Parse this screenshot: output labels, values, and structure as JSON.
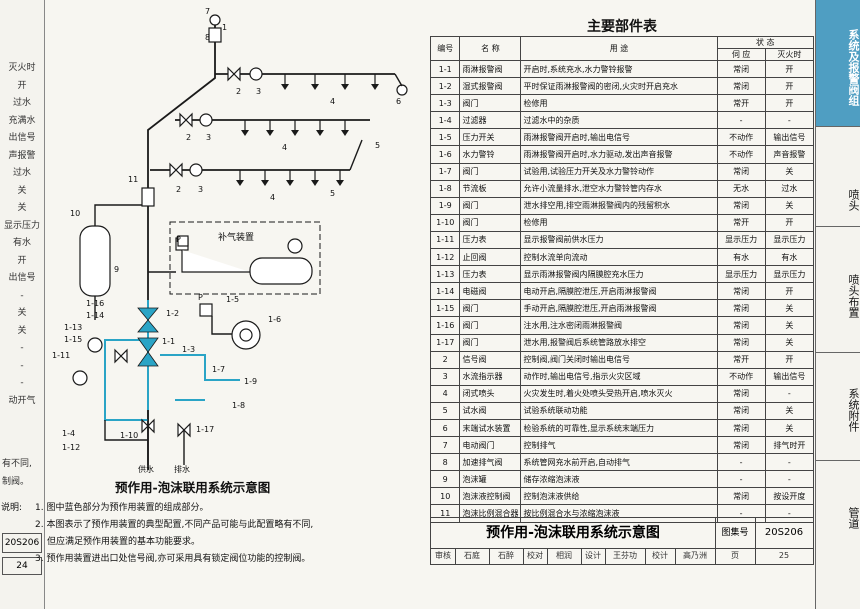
{
  "left_page": {
    "cells": [
      "灭火时",
      "开",
      "过水",
      "充满水",
      "出信号",
      "声报警",
      "过水",
      "关",
      "关",
      "显示压力",
      "有水",
      "开",
      "出信号",
      "-",
      "关",
      "关",
      "-",
      "-",
      "-",
      "动开气"
    ],
    "footer_lines": [
      "有不同,",
      "制阀。"
    ],
    "code": "20S206",
    "page": "24"
  },
  "side_tabs": [
    "系统及报警阀组",
    "喷头",
    "喷头布置",
    "系统附件",
    "管道"
  ],
  "colors": {
    "accent": "#4f9ec2",
    "pipe": "#1a1a1a",
    "valve_blue": "#2aa4c6"
  },
  "parts_table": {
    "title": "主要部件表",
    "headers": {
      "num": "编号",
      "name": "名 称",
      "use": "用 途",
      "state": "状 态",
      "standby": "伺 应",
      "fire": "灭火时"
    },
    "rows": [
      {
        "num": "1-1",
        "name": "雨淋报警阀",
        "use": "开启时,系统充水,水力警铃报警",
        "standby": "常闭",
        "fire": "开"
      },
      {
        "num": "1-2",
        "name": "湿式报警阀",
        "use": "平时保证雨淋报警阀的密闭,火灾时开启充水",
        "standby": "常闭",
        "fire": "开"
      },
      {
        "num": "1-3",
        "name": "阀门",
        "use": "检修用",
        "standby": "常开",
        "fire": "开"
      },
      {
        "num": "1-4",
        "name": "过滤器",
        "use": "过滤水中的杂质",
        "standby": "-",
        "fire": "-"
      },
      {
        "num": "1-5",
        "name": "压力开关",
        "use": "雨淋报警阀开启时,输出电信号",
        "standby": "不动作",
        "fire": "输出信号"
      },
      {
        "num": "1-6",
        "name": "水力警铃",
        "use": "雨淋报警阀开启时,水力驱动,发出声音报警",
        "standby": "不动作",
        "fire": "声音报警"
      },
      {
        "num": "1-7",
        "name": "阀门",
        "use": "试验用,试验压力开关及水力警铃动作",
        "standby": "常闭",
        "fire": "关"
      },
      {
        "num": "1-8",
        "name": "节流板",
        "use": "允许小流量排水,泄空水力警铃管内存水",
        "standby": "无水",
        "fire": "过水"
      },
      {
        "num": "1-9",
        "name": "阀门",
        "use": "泄水排空用,排空雨淋报警阀内的残留积水",
        "standby": "常闭",
        "fire": "关"
      },
      {
        "num": "1-10",
        "name": "阀门",
        "use": "检修用",
        "standby": "常开",
        "fire": "开"
      },
      {
        "num": "1-11",
        "name": "压力表",
        "use": "显示报警阀前供水压力",
        "standby": "显示压力",
        "fire": "显示压力"
      },
      {
        "num": "1-12",
        "name": "止回阀",
        "use": "控制水流单向流动",
        "standby": "有水",
        "fire": "有水"
      },
      {
        "num": "1-13",
        "name": "压力表",
        "use": "显示雨淋报警阀内隔膜腔充水压力",
        "standby": "显示压力",
        "fire": "显示压力"
      },
      {
        "num": "1-14",
        "name": "电磁阀",
        "use": "电动开启,隔膜腔泄压,开启雨淋报警阀",
        "standby": "常闭",
        "fire": "开"
      },
      {
        "num": "1-15",
        "name": "阀门",
        "use": "手动开启,隔膜腔泄压,开启雨淋报警阀",
        "standby": "常闭",
        "fire": "关"
      },
      {
        "num": "1-16",
        "name": "阀门",
        "use": "注水用,注水密闭雨淋报警阀",
        "standby": "常闭",
        "fire": "关"
      },
      {
        "num": "1-17",
        "name": "阀门",
        "use": "泄水用,报警阀后系统管路放水排空",
        "standby": "常闭",
        "fire": "关"
      },
      {
        "num": "2",
        "name": "信号阀",
        "use": "控制阀,阀门关闭时输出电信号",
        "standby": "常开",
        "fire": "开"
      },
      {
        "num": "3",
        "name": "水流指示器",
        "use": "动作时,输出电信号,指示火灾区域",
        "standby": "不动作",
        "fire": "输出信号"
      },
      {
        "num": "4",
        "name": "闭式喷头",
        "use": "火灾发生时,着火处喷头受热开启,喷水灭火",
        "standby": "常闭",
        "fire": "-"
      },
      {
        "num": "5",
        "name": "试水阀",
        "use": "试验系统联动功能",
        "standby": "常闭",
        "fire": "关"
      },
      {
        "num": "6",
        "name": "末端试水装置",
        "use": "检验系统的可靠性,显示系统末端压力",
        "standby": "常闭",
        "fire": "关"
      },
      {
        "num": "7",
        "name": "电动阀门",
        "use": "控制排气",
        "standby": "常闭",
        "fire": "排气时开"
      },
      {
        "num": "8",
        "name": "加速排气阀",
        "use": "系统管网充水前开启,自动排气",
        "standby": "-",
        "fire": "-"
      },
      {
        "num": "9",
        "name": "泡沫罐",
        "use": "储存浓缩泡沫液",
        "standby": "-",
        "fire": "-"
      },
      {
        "num": "10",
        "name": "泡沫液控制阀",
        "use": "控制泡沫液供给",
        "standby": "常闭",
        "fire": "按设开度"
      },
      {
        "num": "11",
        "name": "泡沫比例混合器",
        "use": "按比例混合水与浓缩泡沫液",
        "standby": "-",
        "fire": "-"
      }
    ]
  },
  "diagram": {
    "caption": "预作用-泡沫联用系统示意图",
    "air_supply_label": "补气装置",
    "supply_label": "供水",
    "drain_label": "排水",
    "labels": [
      "8",
      "7",
      "1",
      "2",
      "3",
      "4",
      "2",
      "3",
      "4",
      "5",
      "6",
      "2",
      "3",
      "4",
      "5",
      "11",
      "10",
      "9",
      "1-16",
      "1-14",
      "1-13",
      "1-15",
      "1-11",
      "1-12",
      "1-4",
      "1-10",
      "1-2",
      "1-1",
      "1-3",
      "1-5",
      "1-6",
      "1-7",
      "1-8",
      "1-9",
      "1-17",
      "P",
      "P"
    ]
  },
  "notes": {
    "label": "说明:",
    "items": [
      {
        "n": "1.",
        "text": "图中蓝色部分为预作用装置的组成部分。"
      },
      {
        "n": "2.",
        "text": "本图表示了预作用装置的典型配置,不同产品可能与此配置略有不同,"
      },
      {
        "n": "",
        "text": "但应满足预作用装置的基本功能要求。"
      },
      {
        "n": "3.",
        "text": "预作用装置进出口处信号阀,亦可采用具有锁定阀位功能的控制阀。"
      }
    ]
  },
  "title_block": {
    "title": "预作用-泡沫联用系统示意图",
    "atlas_label": "图集号",
    "atlas_no": "20S206",
    "page_label": "页",
    "page_no": "25",
    "row2": [
      "审核",
      "石庭",
      "石醉",
      "校对",
      "相润",
      "设计",
      "王芬功",
      "校计",
      "高乃洲"
    ]
  }
}
